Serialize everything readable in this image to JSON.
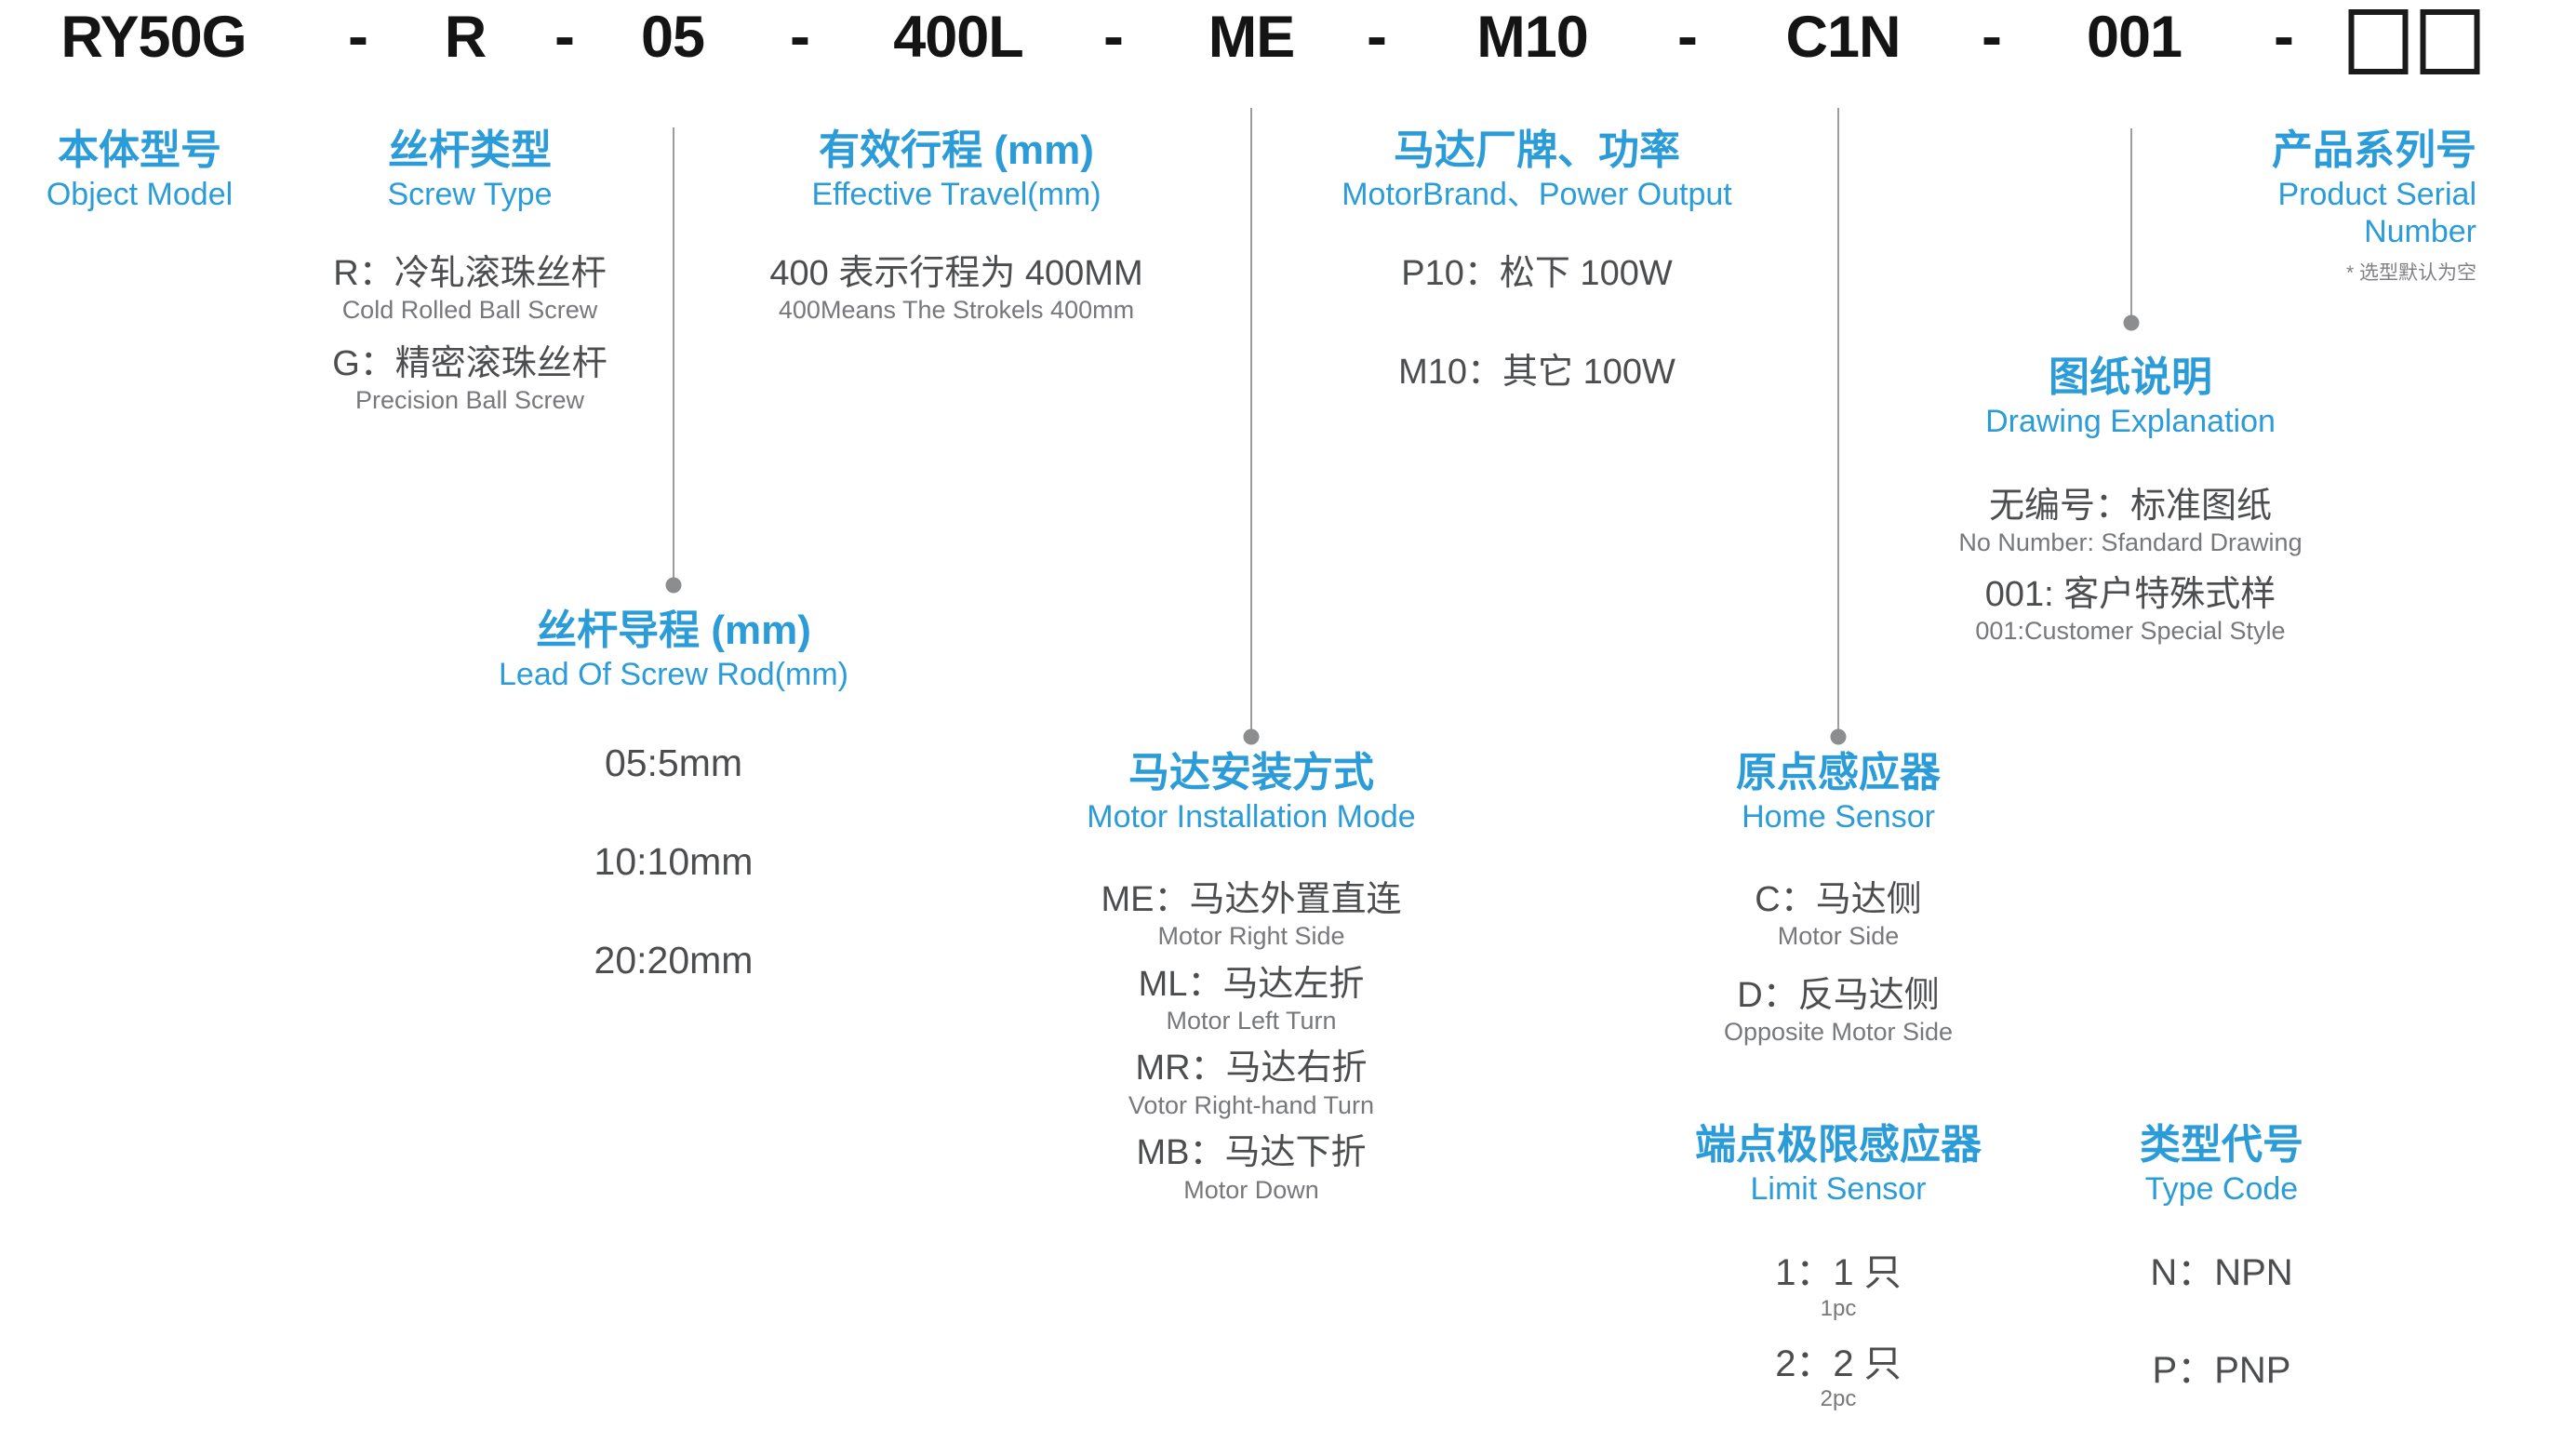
{
  "palette": {
    "accent_blue": "#2b9cd8",
    "title_black": "#141414",
    "option_text_gray": "#4c4d4f",
    "option_subtext_gray": "#77787b",
    "connector_gray": "#9b9c9e",
    "note_gray": "#808184"
  },
  "title": {
    "parts": [
      "RY50G",
      "R",
      "05",
      "400L",
      "ME",
      "M10",
      "C1N",
      "001"
    ],
    "separator": "-",
    "placeholder": "□□"
  },
  "sections": [
    {
      "id": "object-model",
      "zh": "本体型号",
      "en": "Object Model",
      "items": []
    },
    {
      "id": "screw-type",
      "zh": "丝杆类型",
      "en": "Screw Type",
      "items": [
        {
          "zh": "R：冷轧滚珠丝杆",
          "en": "Cold Rolled Ball Screw"
        },
        {
          "zh": "G：精密滚珠丝杆",
          "en": "Precision Ball Screw"
        }
      ]
    },
    {
      "id": "effective-travel",
      "zh": "有效行程 (mm)",
      "en": "Effective Travel(mm)",
      "items": [
        {
          "zh": "400 表示行程为 400MM",
          "en": "400Means The Strokels 400mm"
        }
      ]
    },
    {
      "id": "motor-brand",
      "zh": "马达厂牌、功率",
      "en": "MotorBrand、Power Output",
      "items": [
        {
          "zh": "P10：松下 100W"
        },
        {
          "zh": "M10：其它 100W"
        }
      ]
    },
    {
      "id": "product-serial",
      "zh": "产品系列号",
      "en": "Product Serial",
      "en2": "Number",
      "note": "* 选型默认为空",
      "items": []
    },
    {
      "id": "drawing-explanation",
      "zh": "图纸说明",
      "en": "Drawing Explanation",
      "items": [
        {
          "zh": "无编号：标准图纸",
          "en": "No Number: Sfandard Drawing"
        },
        {
          "zh": "001: 客户特殊式样",
          "en": "001:Customer Special Style"
        }
      ]
    },
    {
      "id": "screw-lead",
      "zh": "丝杆导程 (mm)",
      "en": "Lead Of Screw Rod(mm)",
      "items": [
        {
          "zh": "05:5mm"
        },
        {
          "zh": "10:10mm"
        },
        {
          "zh": "20:20mm"
        }
      ]
    },
    {
      "id": "motor-installation",
      "zh": "马达安装方式",
      "en": "Motor Installation Mode",
      "items": [
        {
          "zh": "ME：马达外置直连",
          "en": "Motor Right Side"
        },
        {
          "zh": "ML：马达左折",
          "en": "Motor Left Turn"
        },
        {
          "zh": "MR：马达右折",
          "en": "Votor Right-hand Turn"
        },
        {
          "zh": "MB：马达下折",
          "en": "Motor Down"
        }
      ]
    },
    {
      "id": "home-sensor",
      "zh": "原点感应器",
      "en": "Home Sensor",
      "items": [
        {
          "zh": "C：马达侧",
          "en": "Motor Side"
        },
        {
          "zh": "D：反马达侧",
          "en": "Opposite Motor Side"
        }
      ]
    },
    {
      "id": "limit-sensor",
      "zh": "端点极限感应器",
      "en": "Limit Sensor",
      "items": [
        {
          "zh": "1：1 只",
          "en": "1pc"
        },
        {
          "zh": "2：2 只",
          "en": "2pc"
        }
      ]
    },
    {
      "id": "type-code",
      "zh": "类型代号",
      "en": "Type Code",
      "items": [
        {
          "zh": "N：NPN"
        },
        {
          "zh": "P：PNP"
        }
      ]
    }
  ]
}
